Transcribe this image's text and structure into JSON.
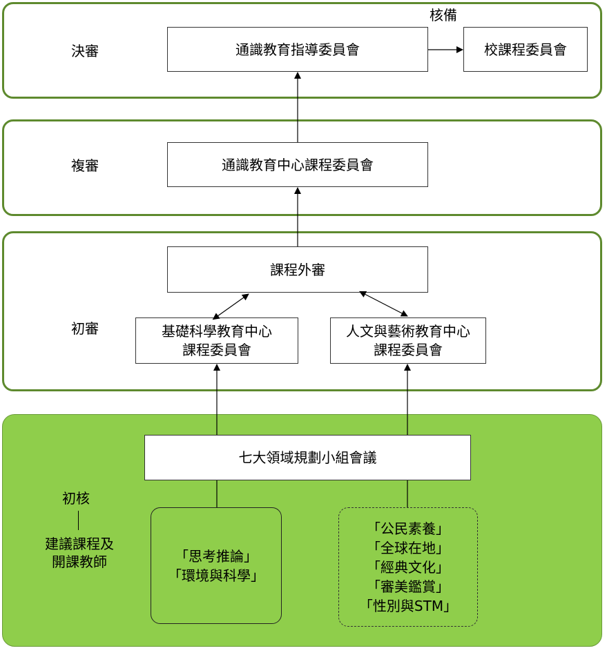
{
  "stages": {
    "final": "決審",
    "second": "複審",
    "first": "初審",
    "initial": "初核",
    "initial_sub": "建議課程及\n開課教師"
  },
  "boxes": {
    "guidance_committee": "通識教育指導委員會",
    "school_curriculum_committee": "校課程委員會",
    "center_curriculum_committee": "通識教育中心課程委員會",
    "external_review": "課程外審",
    "basic_science_committee": "基礎科學教育中心\n課程委員會",
    "humanities_arts_committee": "人文與藝術教育中心\n課程委員會",
    "seven_domains_meeting": "七大領域規劃小組會議"
  },
  "labels": {
    "for_record": "核備"
  },
  "domains": {
    "left": [
      "「思考推論」",
      "「環境與科學」"
    ],
    "right": [
      "「公民素養」",
      "「全球在地」",
      "「經典文化」",
      "「審美鑑賞」",
      "「性別與STM」"
    ]
  },
  "colors": {
    "band_border": "#5e8a2e",
    "green_fill": "#8fce4b"
  }
}
